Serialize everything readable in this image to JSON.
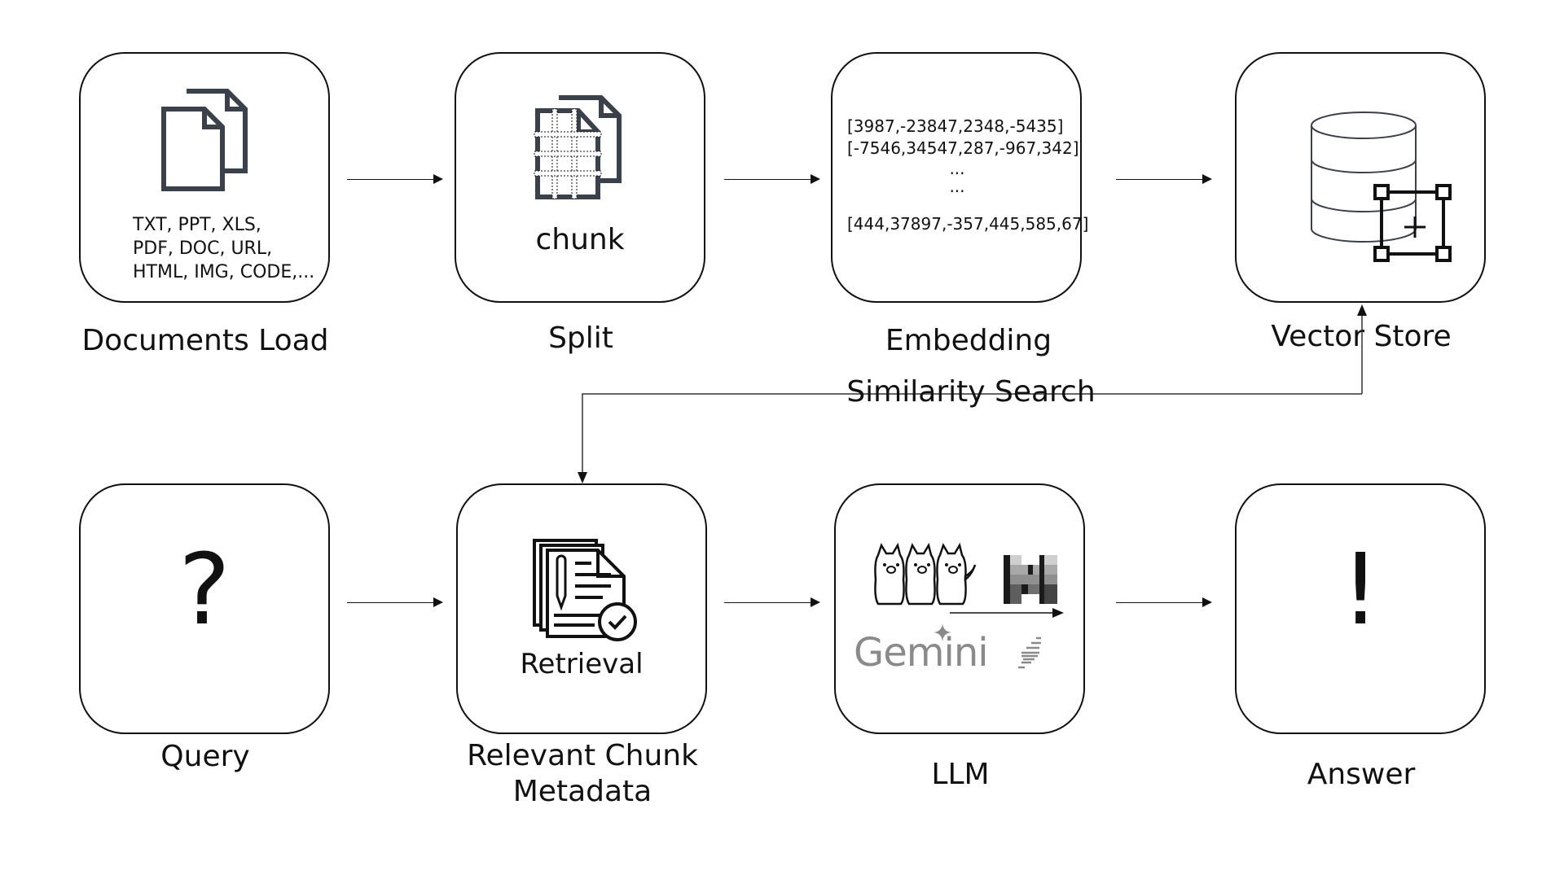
{
  "diagram": {
    "title": "RAG Pipeline",
    "top_row": [
      {
        "id": "documents-load",
        "label": "Documents Load",
        "icon": "documents-icon",
        "content": "TXT, PPT, XLS,\nPDF, DOC, URL,\nHTML, IMG, CODE,..."
      },
      {
        "id": "split",
        "label": "Split",
        "icon": "chunked-document-icon",
        "content": "chunk"
      },
      {
        "id": "embedding",
        "label": "Embedding",
        "vectors": [
          "[3987,-23847,2348,-5435]",
          "[-7546,34547,287,-967,342]",
          "...",
          "...",
          "[444,37897,-357,445,585,67]"
        ]
      },
      {
        "id": "vector-store",
        "label": "Vector Store",
        "icon": "database-icon"
      }
    ],
    "bottom_row": [
      {
        "id": "query",
        "label": "Query",
        "glyph": "?"
      },
      {
        "id": "relevant-chunk",
        "label": "Relevant Chunk",
        "label2": "Metadata",
        "content": "Retrieval",
        "icon": "retrieval-document-icon"
      },
      {
        "id": "llm",
        "label": "LLM",
        "logos": [
          "ollama-logo",
          "mistral-logo",
          "Gemini",
          "stability-logo"
        ],
        "gemini_text": "Gemini"
      },
      {
        "id": "answer",
        "label": "Answer",
        "glyph": "!"
      }
    ],
    "connector": {
      "label": "Similarity Search",
      "from": "vector-store",
      "to": "relevant-chunk"
    },
    "colors": {
      "stroke": "#111111",
      "icon": "#3a414b",
      "gemini": "#8a8a8a"
    }
  }
}
